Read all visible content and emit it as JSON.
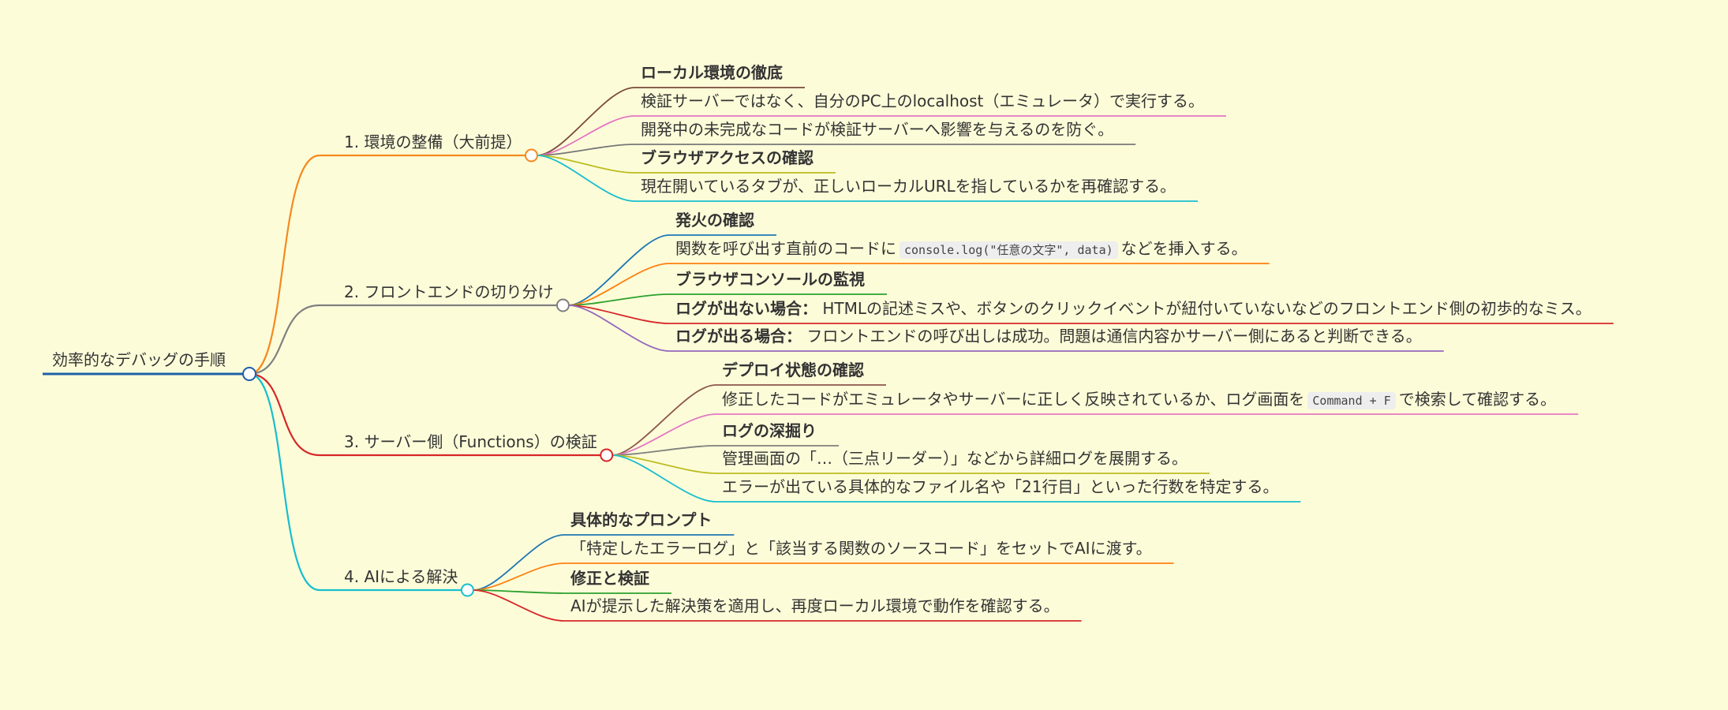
{
  "root": {
    "label": "効率的なデバッグの手順",
    "color": "#1f5fa8"
  },
  "branches": [
    {
      "label": "1. 環境の整備（大前提）",
      "color": "#f5891e",
      "children": [
        {
          "bold": "ローカル環境の徹底",
          "color": "#7a4a3a"
        },
        {
          "text": "検証サーバーではなく、自分のPC上のlocalhost（エミュレータ）で実行する。",
          "color": "#e377c2"
        },
        {
          "text": "開発中の未完成なコードが検証サーバーへ影響を与えるのを防ぐ。",
          "color": "#777777"
        },
        {
          "bold": "ブラウザアクセスの確認",
          "color": "#bcbd22"
        },
        {
          "text": "現在開いているタブが、正しいローカルURLを指しているかを再確認する。",
          "color": "#17becf"
        }
      ]
    },
    {
      "label": "2. フロントエンドの切り分け",
      "color": "#7f7f7f",
      "children": [
        {
          "bold": "発火の確認",
          "color": "#1f77b4"
        },
        {
          "text": "関数を呼び出す直前のコードに",
          "code": "console.log(\"任意の文字\", data)",
          "text2": "などを挿入する。",
          "color": "#ff7f0e"
        },
        {
          "bold": "ブラウザコンソールの監視",
          "color": "#2ca02c"
        },
        {
          "bold": "ログが出ない場合：",
          "text": " HTMLの記述ミスや、ボタンのクリックイベントが紐付いていないなどのフロントエンド側の初歩的なミス。",
          "color": "#d62728"
        },
        {
          "bold": "ログが出る場合：",
          "text": " フロントエンドの呼び出しは成功。問題は通信内容かサーバー側にあると判断できる。",
          "color": "#9467bd"
        }
      ]
    },
    {
      "label": "3. サーバー側（Functions）の検証",
      "color": "#d62728",
      "children": [
        {
          "bold": "デプロイ状態の確認",
          "color": "#8c564b"
        },
        {
          "text": "修正したコードがエミュレータやサーバーに正しく反映されているか、ログ画面を",
          "code": "Command + F",
          "text2": "で検索して確認する。",
          "color": "#e377c2"
        },
        {
          "bold": "ログの深掘り",
          "color": "#7f7f7f"
        },
        {
          "text": "管理画面の「…（三点リーダー）」などから詳細ログを展開する。",
          "color": "#bcbd22"
        },
        {
          "text": "エラーが出ている具体的なファイル名や「21行目」といった行数を特定する。",
          "color": "#17becf"
        }
      ]
    },
    {
      "label": "4. AIによる解決",
      "color": "#17becf",
      "children": [
        {
          "bold": "具体的なプロンプト",
          "color": "#1f77b4"
        },
        {
          "text": "「特定したエラーログ」と「該当する関数のソースコード」をセットでAIに渡す。",
          "color": "#ff7f0e"
        },
        {
          "bold": "修正と検証",
          "color": "#2ca02c"
        },
        {
          "text": "AIが提示した解決策を適用し、再度ローカル環境で動作を確認する。",
          "color": "#d62728"
        }
      ]
    }
  ]
}
